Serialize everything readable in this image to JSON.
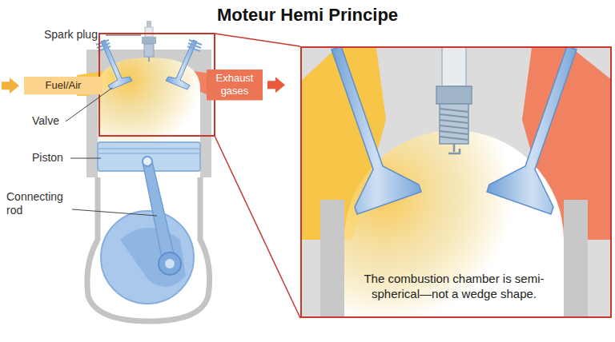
{
  "diagram": {
    "title": "Moteur Hemi Principe",
    "nodes": [
      {
        "text": [
          "Fuel/Air"
        ]
      },
      {
        "text": [
          "Exhaust gases"
        ]
      },
      {
        "text": [
          "The combustion chamber is semi-spherical—not a wedge shape."
        ]
      }
    ],
    "labels": [
      "Spark plug",
      "Valve",
      "Piston",
      "Connecting rod"
    ]
  }
}
